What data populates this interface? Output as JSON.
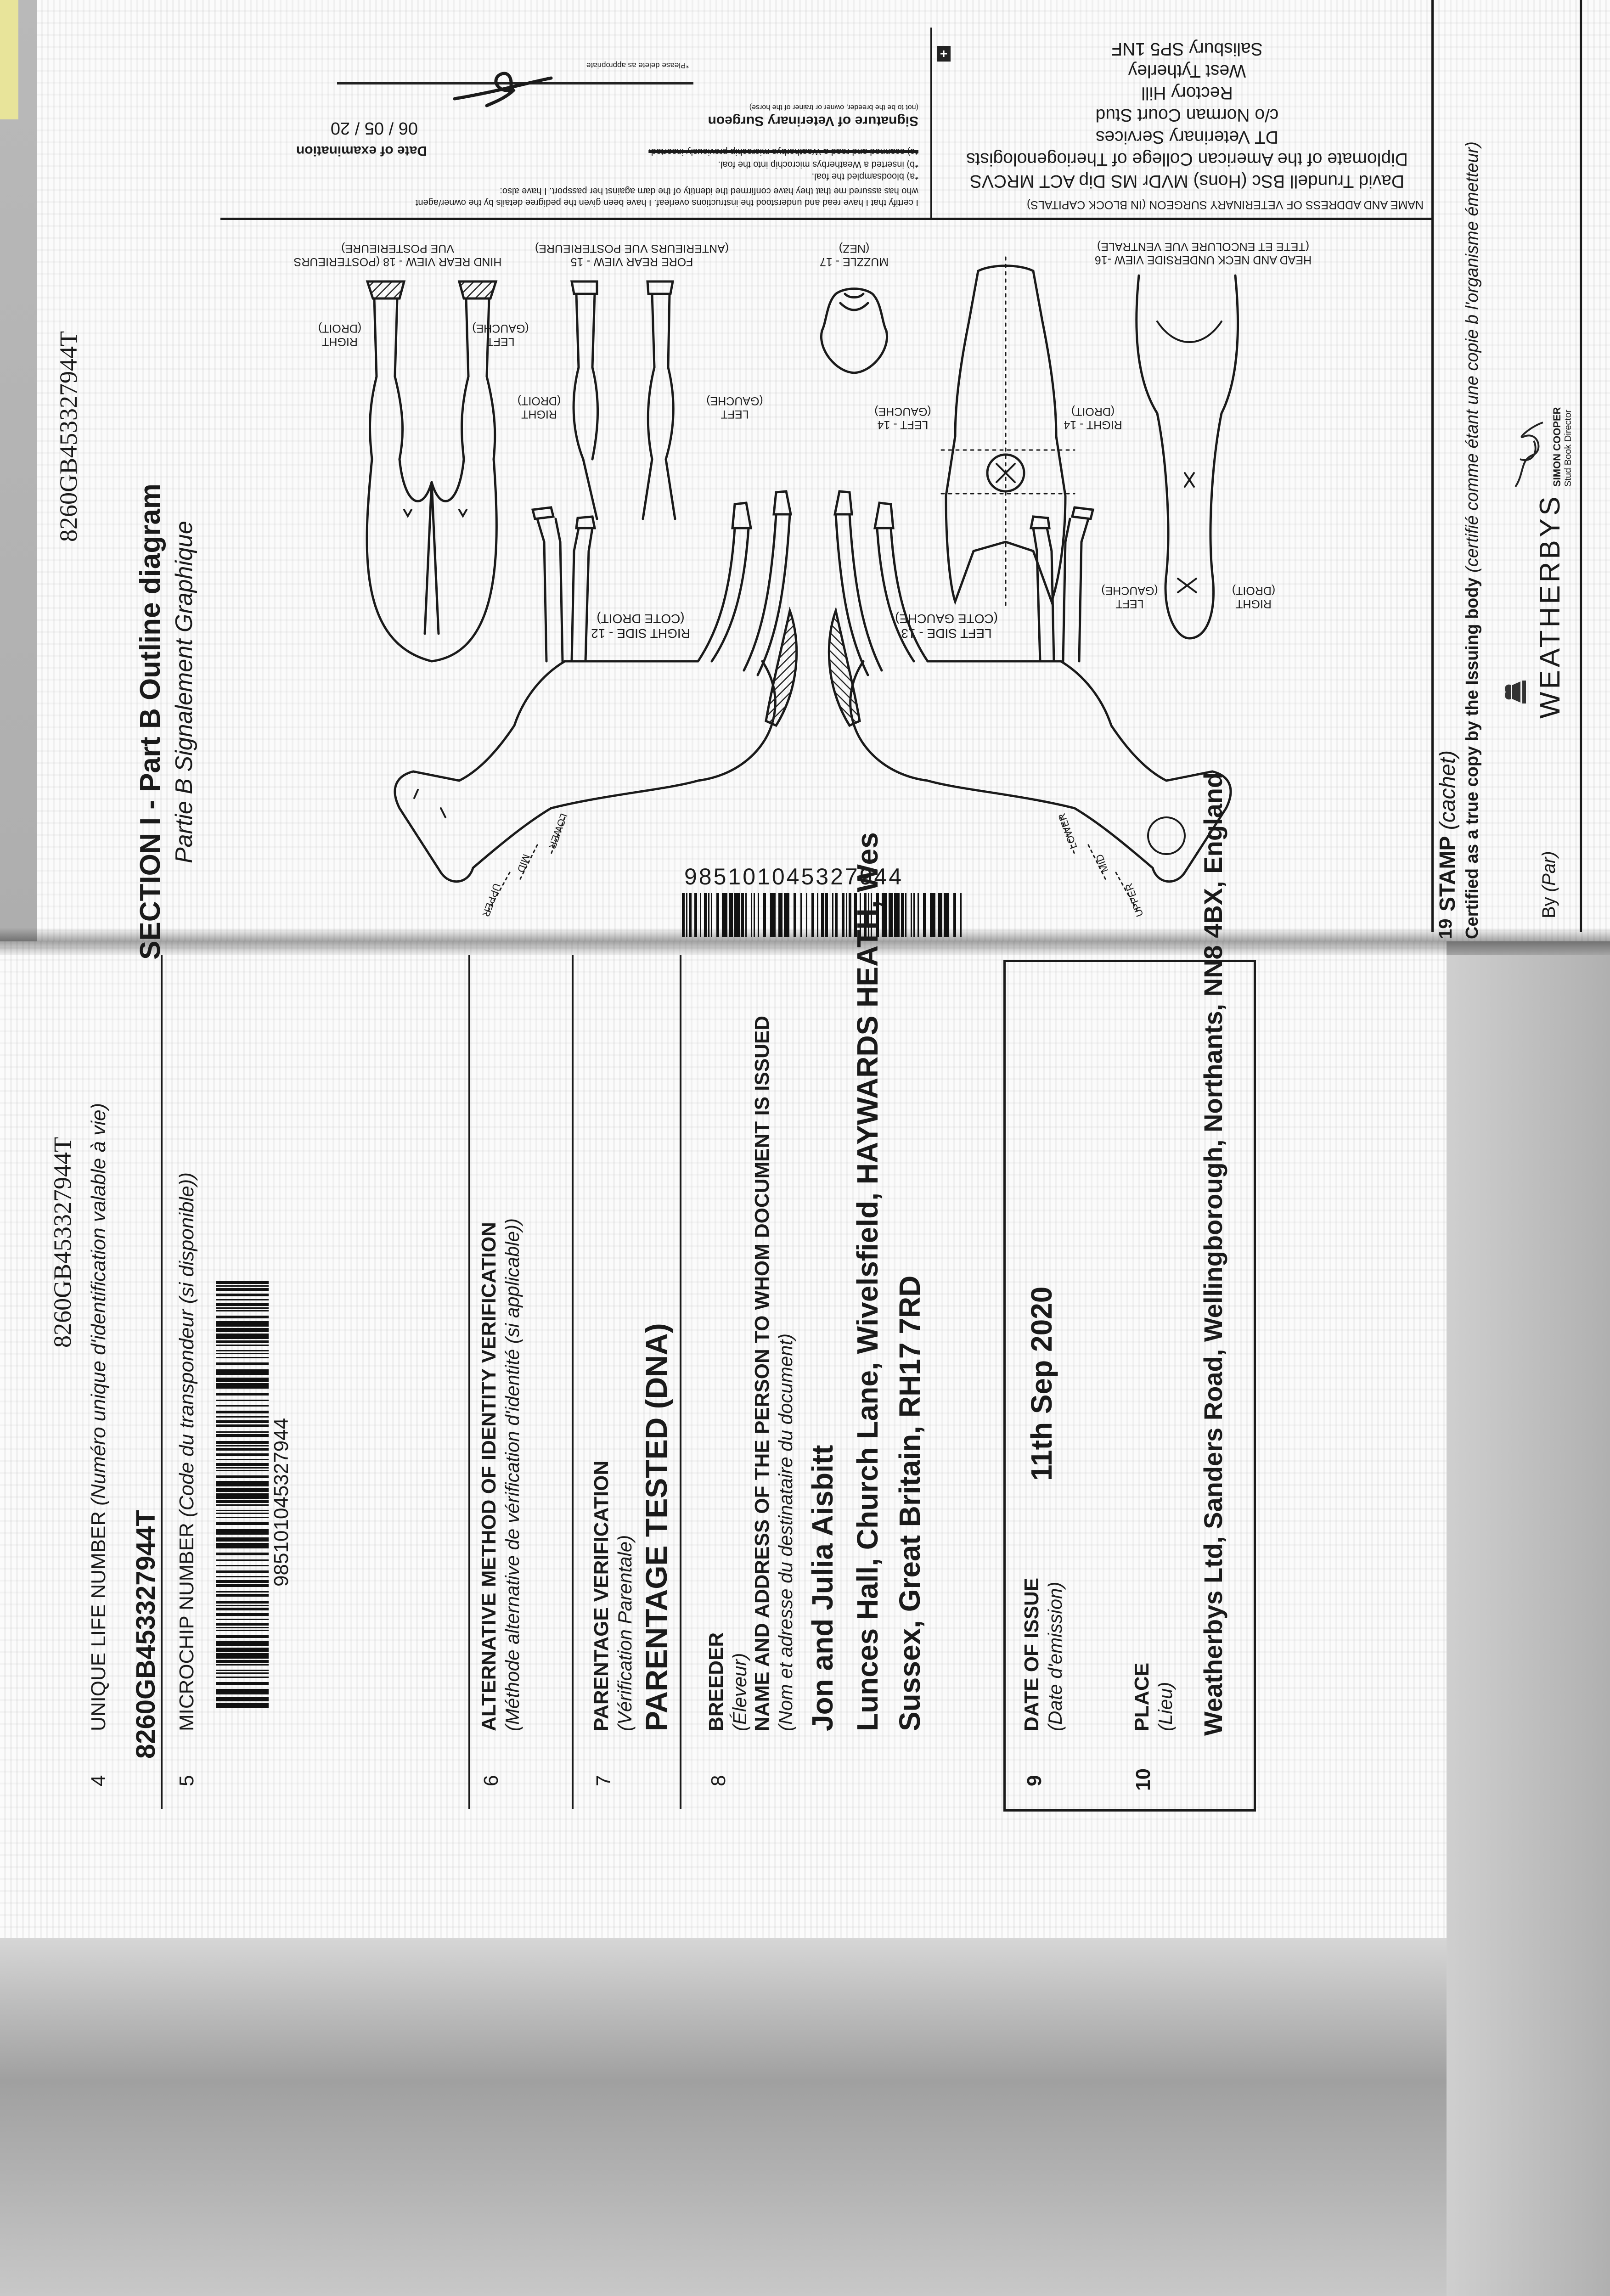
{
  "top_page": {
    "uln_header": "8260GB453327944T",
    "section_title": "SECTION I - Part B Outline diagram",
    "section_subtitle": "Partie B Signalement Graphique",
    "diagram": {
      "hind_rear_view": [
        "HIND REAR VIEW - 18 (POSTERIEURS",
        "VUE POSTERIEURE)"
      ],
      "fore_rear_view": [
        "FORE REAR VIEW - 15",
        "(ANTERIEURS VUE POSTERIEURE)"
      ],
      "muzzle": [
        "MUZZLE - 17",
        "(NEZ)"
      ],
      "head_neck_underside": [
        "HEAD AND NECK UNDERSIDE VIEW -16",
        "(TETE ET ENCOLURE VUE VENTRALE)"
      ],
      "hind_right": [
        "RIGHT",
        "(DROIT)"
      ],
      "hind_left": [
        "LEFT",
        "(GAUCHE)"
      ],
      "fore_right": [
        "RIGHT",
        "(DROIT)"
      ],
      "fore_left": [
        "LEFT",
        "(GAUCHE)"
      ],
      "head_left_14": [
        "LEFT - 14",
        "(GAUCHE)"
      ],
      "head_right_14": [
        "RIGHT - 14",
        "(DROIT)"
      ],
      "right_side_12": [
        "RIGHT SIDE - 12",
        "(COTE DROIT)"
      ],
      "left_side_13": [
        "LEFT SIDE - 13",
        "(COTE GAUCHE)"
      ],
      "underside_left": [
        "LEFT",
        "(GAUCHE)"
      ],
      "underside_right": [
        "RIGHT",
        "(DROIT)"
      ],
      "neck_levels": [
        "UPPER",
        "MID",
        "LOWER"
      ],
      "barcode_number": "985101045327944"
    },
    "vet": {
      "heading": "NAME AND ADDRESS OF VETERINARY SURGEON (IN BLOCK CAPITALS)",
      "lines": [
        "David Trundell BSc (Hons) MVDr MS Dip ACT MRCVS",
        "Diplomate of the American College of Theriogenologists",
        "DT Veterinary Services",
        "c/o Norman Court Stud",
        "Rectory Hill",
        "West Tytherley",
        "Salisbury SP5 1NF"
      ]
    },
    "certification": {
      "line1": "I certify that I have read and understood the instructions overleaf. I have been given the pedigree details by the owner/agent",
      "line2": "who has assured me that they have confirmed the identity of the dam against her passport. I have also:",
      "option_a": "*a) bloodsampled the foal.",
      "option_b": "*b) inserted a Weatherbys microchip into the foal.",
      "option_c": "*c) scanned and read a Weatherbys microchip previously inserted.",
      "signature_label": "Signature of Veterinary Surgeon",
      "signature_note": "(not to be the breeder, owner or trainer of the horse)",
      "delete_note": "*Please delete as appropriate",
      "date_label": "Date of examination",
      "date_value": "06 / 05 / 20"
    },
    "stamp": {
      "number": "19",
      "label": "STAMP",
      "label_fr": "(cachet)",
      "certified": "Certified as a true copy by the Issuing body",
      "certified_fr": "(certifié comme étant une copie b l'organisme émetteur)",
      "by": "By",
      "by_fr": "(Par)",
      "logo": "WEATHERBYS",
      "signatory_name": "SIMON COOPER",
      "signatory_title": "Stud Book Director"
    }
  },
  "bottom_page": {
    "uln_header": "8260GB453327944T",
    "field4": {
      "number": "4",
      "label": "UNIQUE LIFE NUMBER",
      "label_fr": "(Numéro unique d'identification valable à vie)",
      "value": "8260GB453327944T"
    },
    "field5": {
      "number": "5",
      "label": "MICROCHIP NUMBER",
      "label_fr": "(Code du transpondeur (si disponible))",
      "value": "985101045327944"
    },
    "field6": {
      "number": "6",
      "label": "ALTERNATIVE METHOD OF IDENTITY VERIFICATION",
      "label_fr": "(Méthode alternative de vérification d'identité (si applicable))"
    },
    "field7": {
      "number": "7",
      "label": "PARENTAGE VERIFICATION",
      "label_fr": "(Vérification Parentale)",
      "value": "PARENTAGE TESTED (DNA)"
    },
    "field8": {
      "number": "8",
      "label": "BREEDER",
      "label_fr": "(Éleveur)",
      "sublabel": "NAME AND ADDRESS OF THE PERSON TO WHOM DOCUMENT IS ISSUED",
      "sublabel_fr": "(Nom et adresse du destinataire du document)",
      "name": "Jon and Julia Aisbitt",
      "address_line1": "Lunces Hall, Church Lane, Wivelsfield, HAYWARDS HEATH, Wes",
      "address_line2": "Sussex, Great Britain, RH17 7RD"
    },
    "field9": {
      "number": "9",
      "label": "DATE OF ISSUE",
      "label_fr": "(Date d'emission)",
      "value": "11th Sep 2020"
    },
    "field10": {
      "number": "10",
      "label": "PLACE",
      "label_fr": "(Lieu)",
      "value": "Weatherbys Ltd, Sanders Road, Wellingborough, Northants, NN8 4BX, England"
    }
  }
}
